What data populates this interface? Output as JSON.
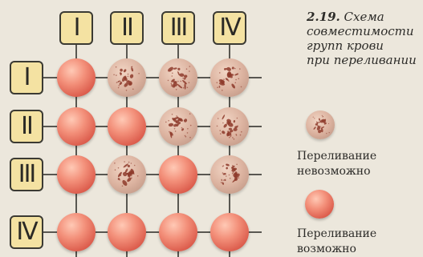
{
  "figure": {
    "caption_number": "2.19.",
    "caption_text": "Схема\nсовместимости\nгрупп крови\nпри переливании"
  },
  "column_headers": [
    "I",
    "II",
    "III",
    "IV"
  ],
  "row_headers": [
    "I",
    "II",
    "III",
    "IV"
  ],
  "matrix": [
    [
      "ok",
      "bad",
      "bad",
      "bad"
    ],
    [
      "ok",
      "ok",
      "bad",
      "bad"
    ],
    [
      "ok",
      "bad",
      "ok",
      "bad"
    ],
    [
      "ok",
      "ok",
      "ok",
      "ok"
    ]
  ],
  "legend": {
    "impossible_label": "Переливание\nневозможно",
    "possible_label": "Переливание\nвозможно"
  },
  "colors": {
    "header_box": "#f4e2a2",
    "possible": "#e8705f",
    "impossible": "#d7b09c",
    "clot": "#8e3b2c"
  }
}
